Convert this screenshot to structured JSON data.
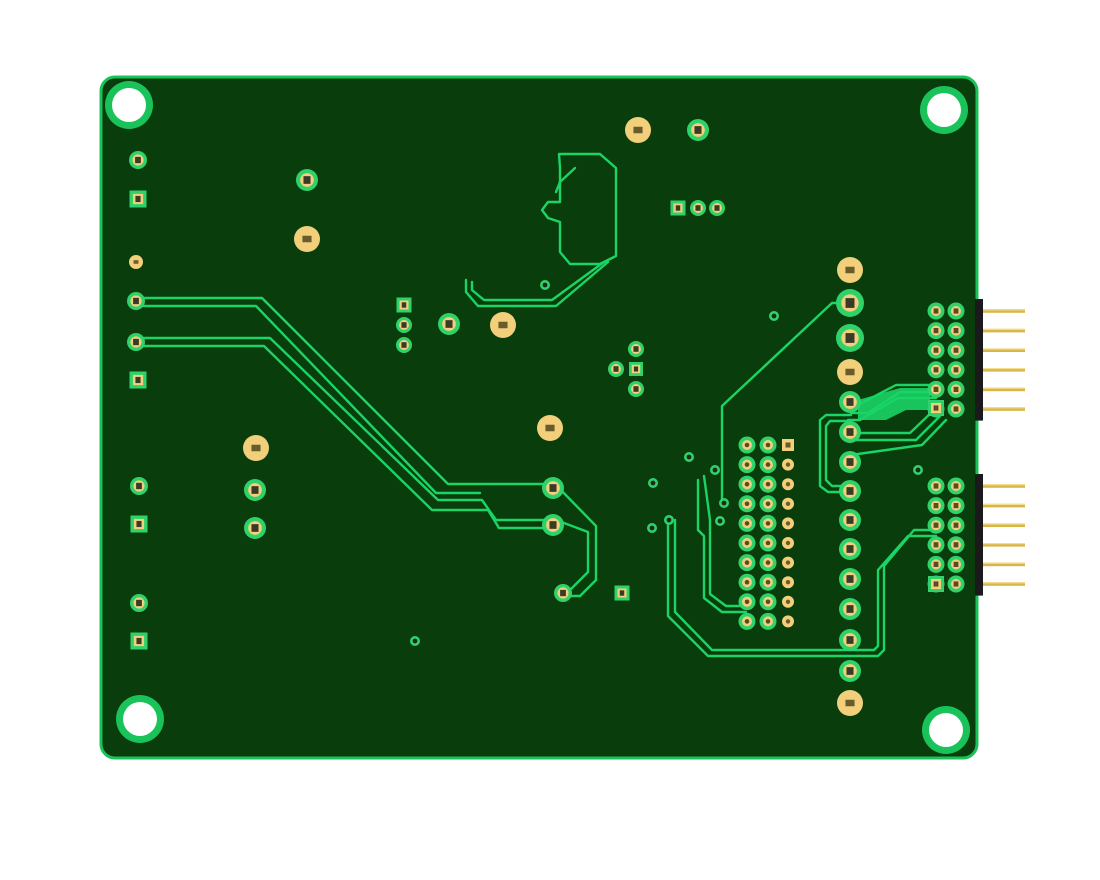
{
  "board": {
    "view": "pcb-bottom-side-render",
    "colors": {
      "background": "#ffffff",
      "substrate": "#0a3d0c",
      "outline": "#19c35a",
      "trace": "#1ad466",
      "copper_ring": "#2fd26a",
      "gold_pad": "#f2cf7a",
      "hole": "#1d2a1d",
      "header_body": "#1a1a1a",
      "header_pin": "#d8b64a"
    },
    "mounting_holes": 4,
    "headers": [
      {
        "name": "connector-header-top",
        "rows": 6,
        "cols": 2
      },
      {
        "name": "connector-header-bottom",
        "rows": 6,
        "cols": 2
      },
      {
        "name": "center-pin-header",
        "rows": 10,
        "cols": 3
      }
    ]
  }
}
